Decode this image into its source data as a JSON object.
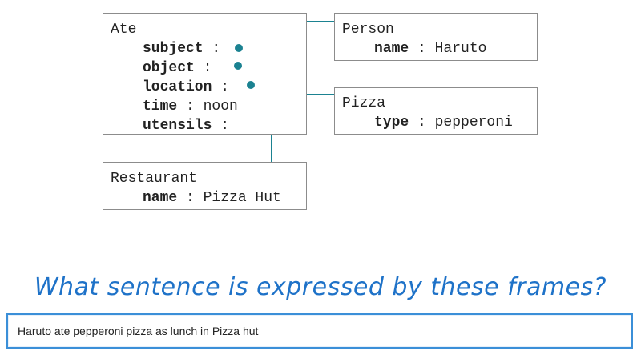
{
  "frames": {
    "ate": {
      "title": "Ate",
      "slots": [
        {
          "name": "subject",
          "value": ""
        },
        {
          "name": "object",
          "value": ""
        },
        {
          "name": "location",
          "value": ""
        },
        {
          "name": "time",
          "value": "noon"
        },
        {
          "name": "utensils",
          "value": ""
        }
      ]
    },
    "person": {
      "title": "Person",
      "slots": [
        {
          "name": "name",
          "value": "Haruto"
        }
      ]
    },
    "pizza": {
      "title": "Pizza",
      "slots": [
        {
          "name": "type",
          "value": "pepperoni"
        }
      ]
    },
    "restaurant": {
      "title": "Restaurant",
      "slots": [
        {
          "name": "name",
          "value": "Pizza Hut"
        }
      ]
    }
  },
  "question": "What sentence is expressed by these frames?",
  "answer": {
    "value": "Haruto ate pepperoni pizza as lunch in Pizza hut"
  },
  "colors": {
    "connector": "#1b8291",
    "question": "#1e72c8",
    "border": "#8c8c8c"
  }
}
